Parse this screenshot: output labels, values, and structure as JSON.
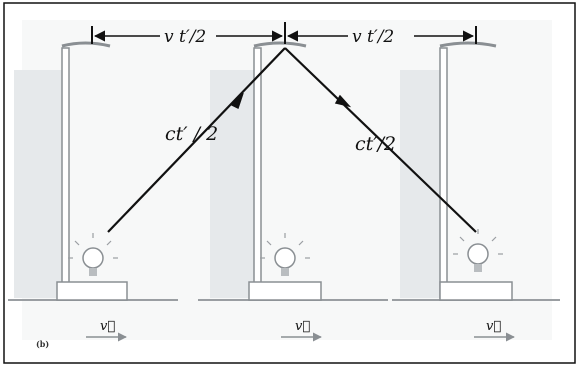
{
  "figure": {
    "panel_label": "(b)",
    "labels": {
      "horizontal_left": "v t′/2",
      "horizontal_right": "v t′/2",
      "diagonal_left": "ct′ / 2",
      "diagonal_right": "ct′/2"
    },
    "velocity_symbol": "v⃗",
    "frame_count": 3,
    "colors": {
      "background": "#ffffff",
      "wall": "#d9dde0",
      "stand": "#8a8f93",
      "ink": "#111111",
      "ground": "#9a9ea2"
    }
  }
}
